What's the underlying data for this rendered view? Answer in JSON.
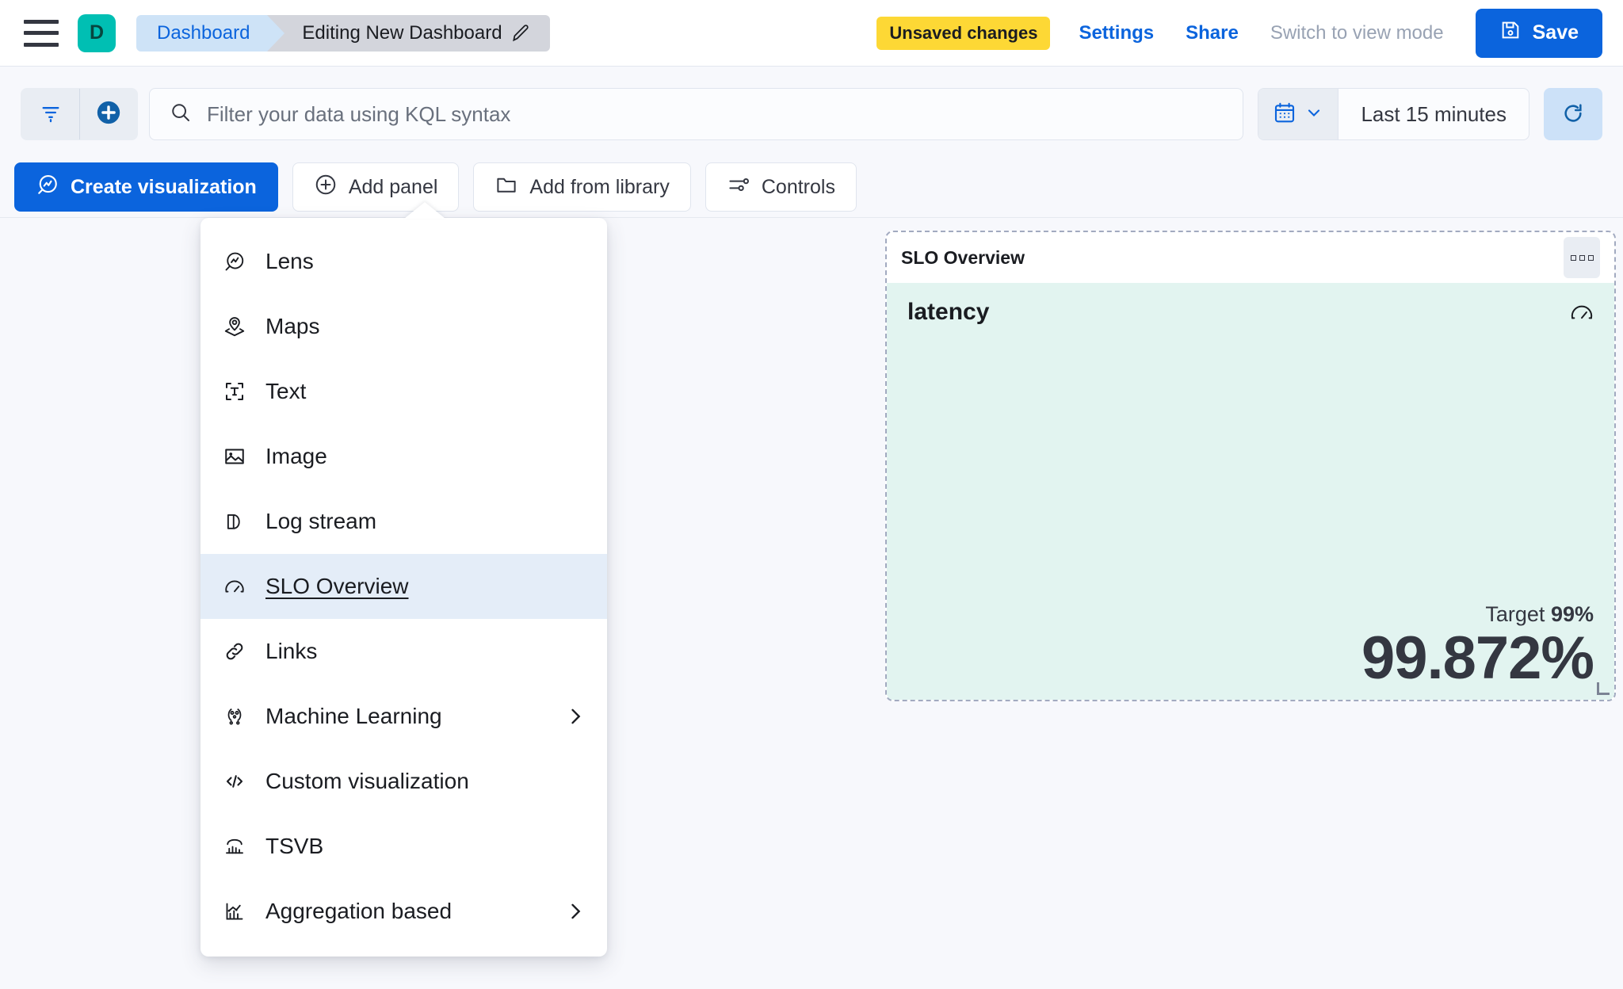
{
  "header": {
    "menu_icon": "hamburger-icon",
    "space_initial": "D",
    "breadcrumb_home": "Dashboard",
    "breadcrumb_current": "Editing New Dashboard",
    "edit_icon": "pencil-icon",
    "unsaved_badge": "Unsaved changes",
    "settings_link": "Settings",
    "share_link": "Share",
    "view_mode_link": "Switch to view mode",
    "save_label": "Save",
    "save_icon": "save-disk-icon",
    "accent_blue": "#0B64DD",
    "warning_yellow": "#FDD835",
    "space_teal": "#00BFB3"
  },
  "query_bar": {
    "filter_icon": "filter-icon",
    "add_filter_icon": "add-circle-icon",
    "search_icon": "search-icon",
    "placeholder": "Filter your data using KQL syntax",
    "value": "",
    "calendar_icon": "calendar-icon",
    "calendar_chevron": "chevron-down-icon",
    "time_range": "Last 15 minutes",
    "refresh_icon": "refresh-icon"
  },
  "toolbar": {
    "buttons": [
      {
        "label": "Create visualization",
        "icon": "lens-icon",
        "primary": true
      },
      {
        "label": "Add panel",
        "icon": "plus-circle-icon",
        "primary": false
      },
      {
        "label": "Add from library",
        "icon": "folder-icon",
        "primary": false
      },
      {
        "label": "Controls",
        "icon": "controls-icon",
        "primary": false
      }
    ]
  },
  "add_panel_menu": {
    "items": [
      {
        "label": "Lens",
        "icon": "lens-icon",
        "selected": false,
        "has_submenu": false
      },
      {
        "label": "Maps",
        "icon": "map-marker-icon",
        "selected": false,
        "has_submenu": false
      },
      {
        "label": "Text",
        "icon": "text-box-icon",
        "selected": false,
        "has_submenu": false
      },
      {
        "label": "Image",
        "icon": "image-icon",
        "selected": false,
        "has_submenu": false
      },
      {
        "label": "Log stream",
        "icon": "log-stream-icon",
        "selected": false,
        "has_submenu": false
      },
      {
        "label": "SLO Overview",
        "icon": "gauge-icon",
        "selected": true,
        "has_submenu": false
      },
      {
        "label": "Links",
        "icon": "link-icon",
        "selected": false,
        "has_submenu": false
      },
      {
        "label": "Machine Learning",
        "icon": "machine-learning-icon",
        "selected": false,
        "has_submenu": true
      },
      {
        "label": "Custom visualization",
        "icon": "code-icon",
        "selected": false,
        "has_submenu": false
      },
      {
        "label": "TSVB",
        "icon": "tsvb-icon",
        "selected": false,
        "has_submenu": false
      },
      {
        "label": "Aggregation based",
        "icon": "aggregation-icon",
        "selected": false,
        "has_submenu": true
      }
    ],
    "selected_highlight_color": "#E4EDF8"
  },
  "slo_panel": {
    "panel_title": "SLO Overview",
    "context_menu_icon": "grab-handle-icon",
    "metric_name": "latency",
    "gauge_icon": "gauge-icon",
    "target_label": "Target",
    "target_value": "99%",
    "sli_value": "99.872%",
    "background_color": "#E2F4F0",
    "resize_handle_icon": "resize-handle-icon"
  }
}
